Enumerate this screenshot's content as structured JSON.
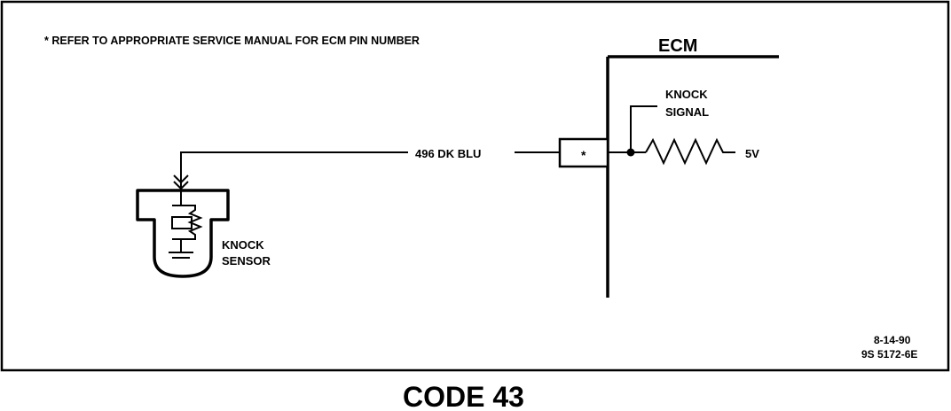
{
  "note": "*  REFER TO APPROPRIATE SERVICE MANUAL FOR ECM PIN NUMBER",
  "ecm_label": "ECM",
  "wire_label": "496 DK BLU",
  "pin_marker": "*",
  "knock_signal_line1": "KNOCK",
  "knock_signal_line2": "SIGNAL",
  "voltage_label": "5V",
  "sensor_line1": "KNOCK",
  "sensor_line2": "SENSOR",
  "date_code": "8-14-90",
  "figure_code": "9S 5172-6E",
  "caption": "CODE 43"
}
